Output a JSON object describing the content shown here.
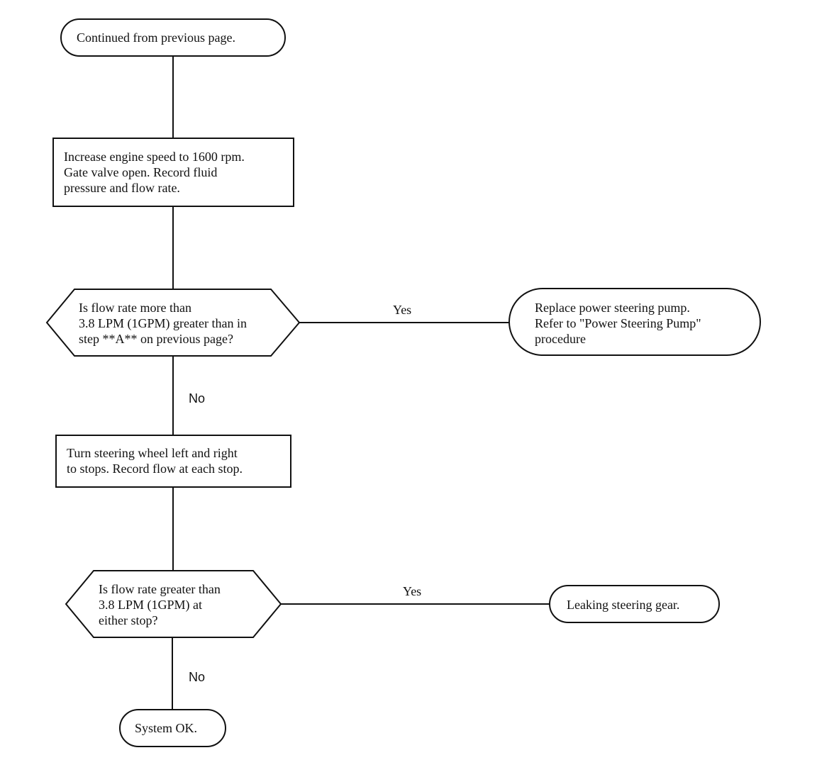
{
  "flowchart": {
    "start": {
      "text": "Continued from previous page."
    },
    "step_increase_speed": {
      "lines": [
        "Increase engine speed to 1600 rpm.",
        "Gate valve open. Record fluid",
        "pressure and flow rate."
      ]
    },
    "decision_flow_rate_1": {
      "lines": [
        "Is flow rate more than",
        "3.8 LPM (1GPM) greater than in",
        "step **A** on previous page?"
      ],
      "yes_label": "Yes",
      "no_label": "No"
    },
    "end_replace_pump": {
      "lines": [
        "Replace power steering pump.",
        "Refer to \"Power Steering Pump\"",
        "procedure"
      ]
    },
    "step_turn_wheel": {
      "lines": [
        "Turn steering wheel left and right",
        "to stops. Record flow at each stop."
      ]
    },
    "decision_flow_rate_2": {
      "lines": [
        "Is flow rate greater than",
        "3.8 LPM (1GPM) at",
        "either stop?"
      ],
      "yes_label": "Yes",
      "no_label": "No"
    },
    "end_leaking_gear": {
      "text": "Leaking steering gear."
    },
    "end_system_ok": {
      "text": "System OK."
    }
  }
}
